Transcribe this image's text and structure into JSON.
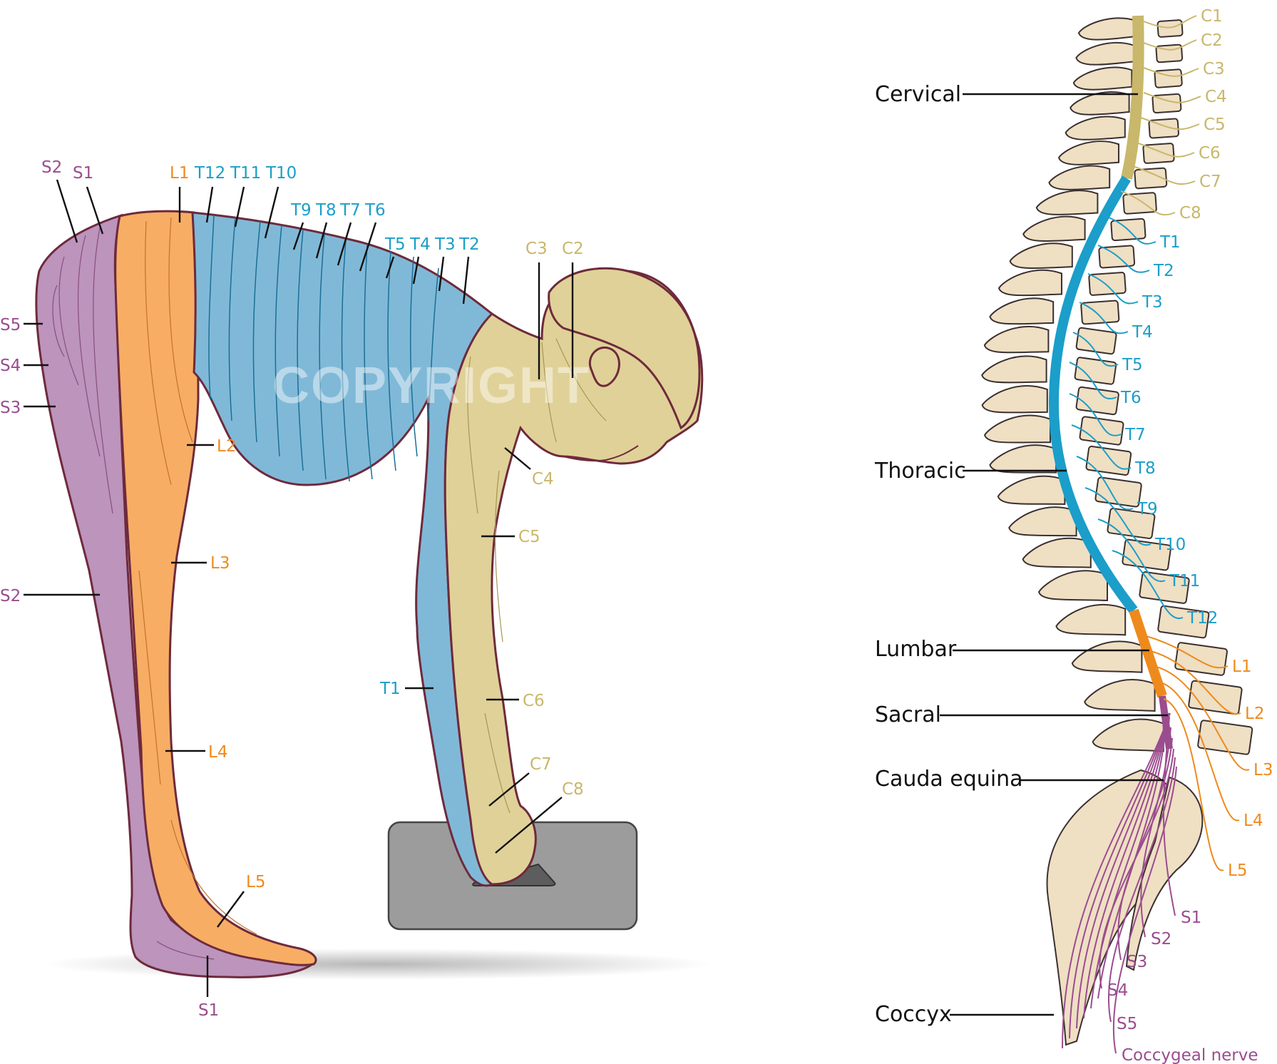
{
  "colors": {
    "cervical": "#c9b76b",
    "cervical_fill": "#e0d198",
    "thoracic": "#1b9ec9",
    "thoracic_fill": "#80b9d7",
    "lumbar": "#ee8a1c",
    "lumbar_fill": "#f7ad64",
    "sacral": "#9b4c8f",
    "sacral_fill": "#bc94bc",
    "bone": "#efdfc3",
    "bone_edge": "#3a3030",
    "skin_outline": "#6e2a3c",
    "block": "#9c9c9c",
    "watermark": "#ffffff"
  },
  "watermark": "COPYRIGHT",
  "figure_labels": [
    {
      "id": "S2-top",
      "text": "S2",
      "group": "sacral"
    },
    {
      "id": "S1-top",
      "text": "S1",
      "group": "sacral"
    },
    {
      "id": "L1",
      "text": "L1",
      "group": "lumbar"
    },
    {
      "id": "T12",
      "text": "T12",
      "group": "thoracic"
    },
    {
      "id": "T11",
      "text": "T11",
      "group": "thoracic"
    },
    {
      "id": "T10",
      "text": "T10",
      "group": "thoracic"
    },
    {
      "id": "T9",
      "text": "T9",
      "group": "thoracic"
    },
    {
      "id": "T8",
      "text": "T8",
      "group": "thoracic"
    },
    {
      "id": "T7",
      "text": "T7",
      "group": "thoracic"
    },
    {
      "id": "T6",
      "text": "T6",
      "group": "thoracic"
    },
    {
      "id": "T5",
      "text": "T5",
      "group": "thoracic"
    },
    {
      "id": "T4",
      "text": "T4",
      "group": "thoracic"
    },
    {
      "id": "T3",
      "text": "T3",
      "group": "thoracic"
    },
    {
      "id": "T2",
      "text": "T2",
      "group": "thoracic"
    },
    {
      "id": "C3",
      "text": "C3",
      "group": "cervical"
    },
    {
      "id": "C2",
      "text": "C2",
      "group": "cervical"
    },
    {
      "id": "S5",
      "text": "S5",
      "group": "sacral"
    },
    {
      "id": "S4",
      "text": "S4",
      "group": "sacral"
    },
    {
      "id": "S3",
      "text": "S3",
      "group": "sacral"
    },
    {
      "id": "L2",
      "text": "L2",
      "group": "lumbar"
    },
    {
      "id": "C4",
      "text": "C4",
      "group": "cervical"
    },
    {
      "id": "C5",
      "text": "C5",
      "group": "cervical"
    },
    {
      "id": "L3",
      "text": "L3",
      "group": "lumbar"
    },
    {
      "id": "S2-leg",
      "text": "S2",
      "group": "sacral"
    },
    {
      "id": "T1",
      "text": "T1",
      "group": "thoracic"
    },
    {
      "id": "C6",
      "text": "C6",
      "group": "cervical"
    },
    {
      "id": "L4",
      "text": "L4",
      "group": "lumbar"
    },
    {
      "id": "C7",
      "text": "C7",
      "group": "cervical"
    },
    {
      "id": "C8",
      "text": "C8",
      "group": "cervical"
    },
    {
      "id": "L5",
      "text": "L5",
      "group": "lumbar"
    },
    {
      "id": "S1-foot",
      "text": "S1",
      "group": "sacral"
    }
  ],
  "spine_regions": [
    {
      "id": "cervical",
      "text": "Cervical"
    },
    {
      "id": "thoracic",
      "text": "Thoracic"
    },
    {
      "id": "lumbar",
      "text": "Lumbar"
    },
    {
      "id": "sacral",
      "text": "Sacral"
    },
    {
      "id": "cauda",
      "text": "Cauda equina"
    },
    {
      "id": "coccyx",
      "text": "Coccyx"
    }
  ],
  "spinal_nerves": [
    {
      "text": "C1",
      "group": "cervical"
    },
    {
      "text": "C2",
      "group": "cervical"
    },
    {
      "text": "C3",
      "group": "cervical"
    },
    {
      "text": "C4",
      "group": "cervical"
    },
    {
      "text": "C5",
      "group": "cervical"
    },
    {
      "text": "C6",
      "group": "cervical"
    },
    {
      "text": "C7",
      "group": "cervical"
    },
    {
      "text": "C8",
      "group": "cervical"
    },
    {
      "text": "T1",
      "group": "thoracic"
    },
    {
      "text": "T2",
      "group": "thoracic"
    },
    {
      "text": "T3",
      "group": "thoracic"
    },
    {
      "text": "T4",
      "group": "thoracic"
    },
    {
      "text": "T5",
      "group": "thoracic"
    },
    {
      "text": "T6",
      "group": "thoracic"
    },
    {
      "text": "T7",
      "group": "thoracic"
    },
    {
      "text": "T8",
      "group": "thoracic"
    },
    {
      "text": "T9",
      "group": "thoracic"
    },
    {
      "text": "T10",
      "group": "thoracic"
    },
    {
      "text": "T11",
      "group": "thoracic"
    },
    {
      "text": "T12",
      "group": "thoracic"
    },
    {
      "text": "L1",
      "group": "lumbar"
    },
    {
      "text": "L2",
      "group": "lumbar"
    },
    {
      "text": "L3",
      "group": "lumbar"
    },
    {
      "text": "L4",
      "group": "lumbar"
    },
    {
      "text": "L5",
      "group": "lumbar"
    },
    {
      "text": "S1",
      "group": "sacral"
    },
    {
      "text": "S2",
      "group": "sacral"
    },
    {
      "text": "S3",
      "group": "sacral"
    },
    {
      "text": "S4",
      "group": "sacral"
    },
    {
      "text": "S5",
      "group": "sacral"
    },
    {
      "text": "Coccygeal nerve",
      "group": "sacral"
    }
  ]
}
